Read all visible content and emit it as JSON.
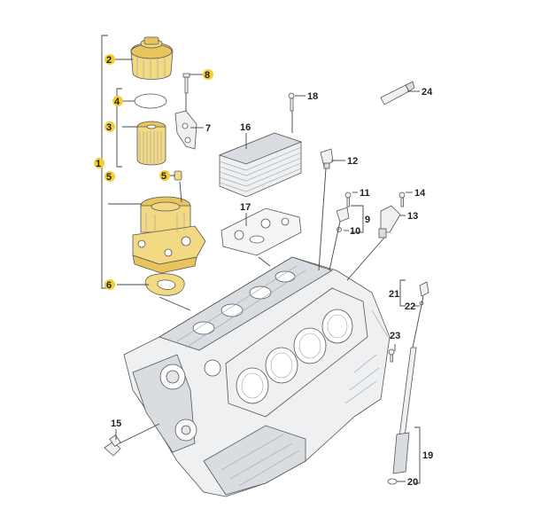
{
  "callouts": {
    "c1": "1",
    "c2": "2",
    "c3": "3",
    "c4": "4",
    "c5a": "5",
    "c5b": "5",
    "c6": "6",
    "c7": "7",
    "c8": "8",
    "c9": "9",
    "c10": "10",
    "c11": "11",
    "c12": "12",
    "c13": "13",
    "c14": "14",
    "c15": "15",
    "c16": "16",
    "c17": "17",
    "c18": "18",
    "c19": "19",
    "c20": "20",
    "c21": "21",
    "c22": "22",
    "c23": "23",
    "c24": "24"
  },
  "colors": {
    "highlight": "#f2cf35",
    "part_gold": "#f3d983",
    "line": "#444444"
  }
}
